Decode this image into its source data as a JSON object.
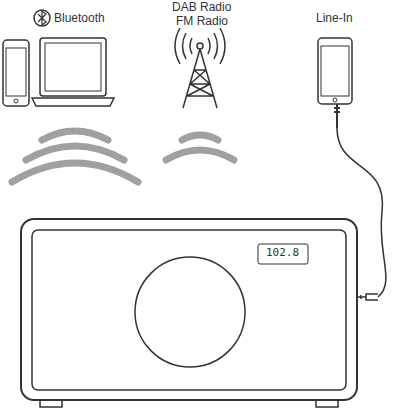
{
  "diagram": {
    "nodes": [
      {
        "text": [
          "102.8"
        ]
      }
    ],
    "labels": [
      "Bluetooth",
      "DAB Radio",
      "FM Radio",
      "Line-In"
    ]
  }
}
